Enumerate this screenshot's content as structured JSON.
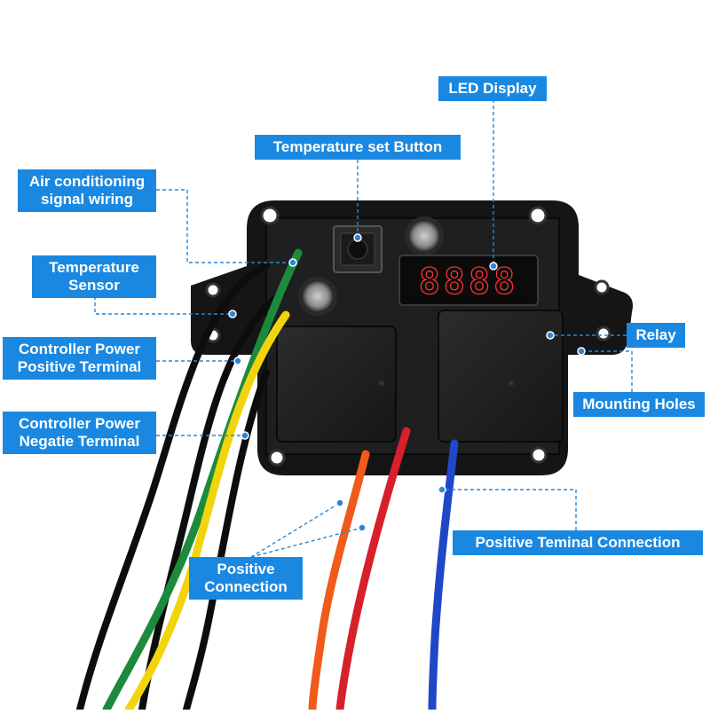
{
  "labels": {
    "led_display": "LED Display",
    "temp_button": "Temperature set Button",
    "ac_signal": [
      "Air conditioning",
      "signal wiring"
    ],
    "temp_sensor": [
      "Temperature",
      "Sensor"
    ],
    "ctrl_pos": [
      "Controller Power",
      "Positive Terminal"
    ],
    "ctrl_neg": [
      "Controller Power",
      "Negatie Terminal"
    ],
    "relay": "Relay",
    "mounting_holes": "Mounting Holes",
    "pos_terminal_conn": "Positive Teminal Connection",
    "pos_conn": [
      "Positive",
      "Connection"
    ]
  },
  "display": {
    "digits": "8888"
  },
  "colors": {
    "label_bg": "#1a88e0",
    "label_text": "#ffffff",
    "leader_line": "#2a86d6",
    "housing": "#111111",
    "wire_green": "#1c8a3c",
    "wire_yellow": "#f2d40c",
    "wire_black": "#0d0d0d",
    "wire_orange": "#f05a1a",
    "wire_red": "#d8202a",
    "wire_blue": "#1f47c8",
    "led_red": "#ff3030"
  }
}
